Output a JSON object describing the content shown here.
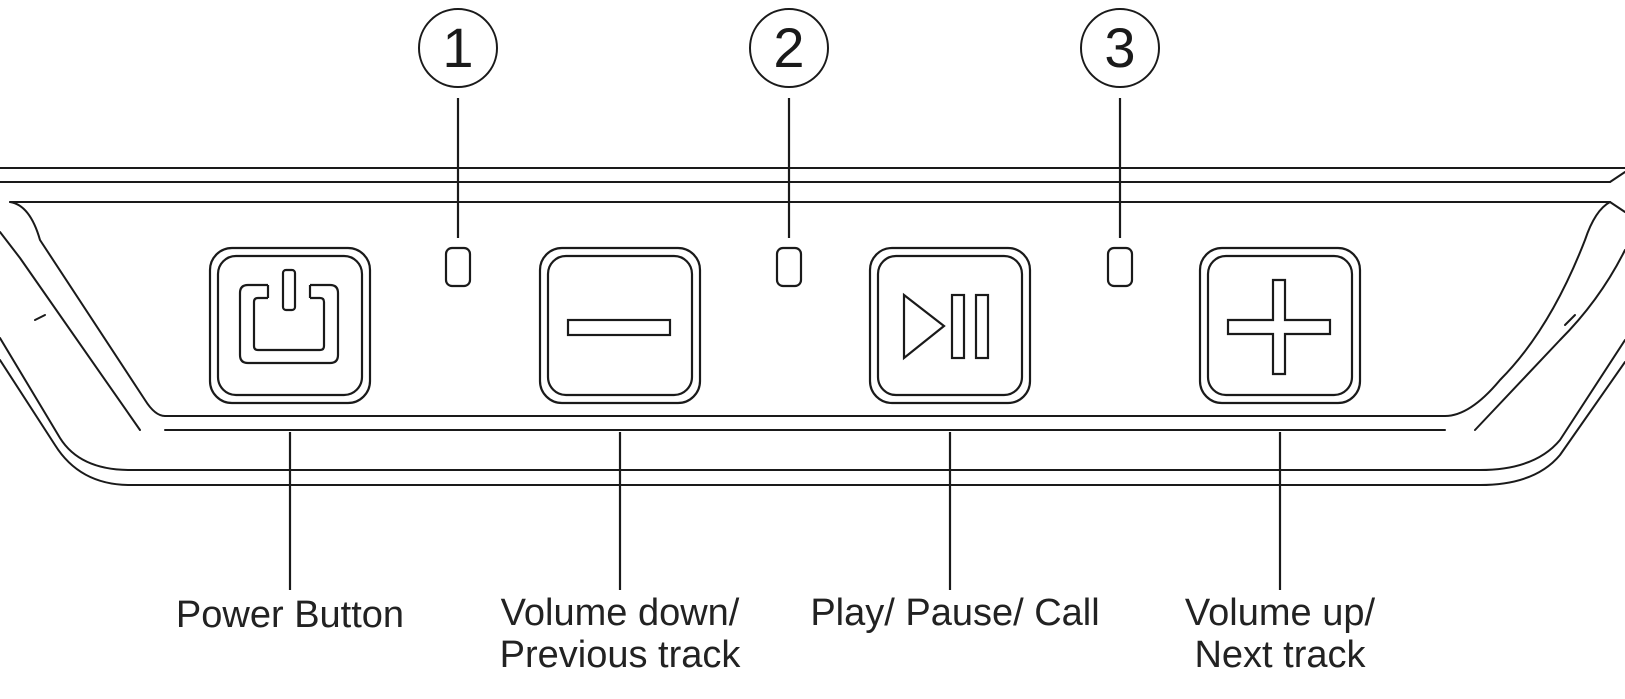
{
  "indicators": [
    {
      "number": "1"
    },
    {
      "number": "2"
    },
    {
      "number": "3"
    }
  ],
  "buttons": [
    {
      "icon": "power-icon",
      "label_line1": "Power Button",
      "label_line2": ""
    },
    {
      "icon": "minus-icon",
      "label_line1": "Volume down/",
      "label_line2": "Previous track"
    },
    {
      "icon": "play-pause-icon",
      "label_line1": "Play/ Pause/ Call",
      "label_line2": ""
    },
    {
      "icon": "plus-icon",
      "label_line1": "Volume up/",
      "label_line2": "Next track"
    }
  ],
  "colors": {
    "stroke": "#1a1a1a",
    "background": "#ffffff"
  }
}
